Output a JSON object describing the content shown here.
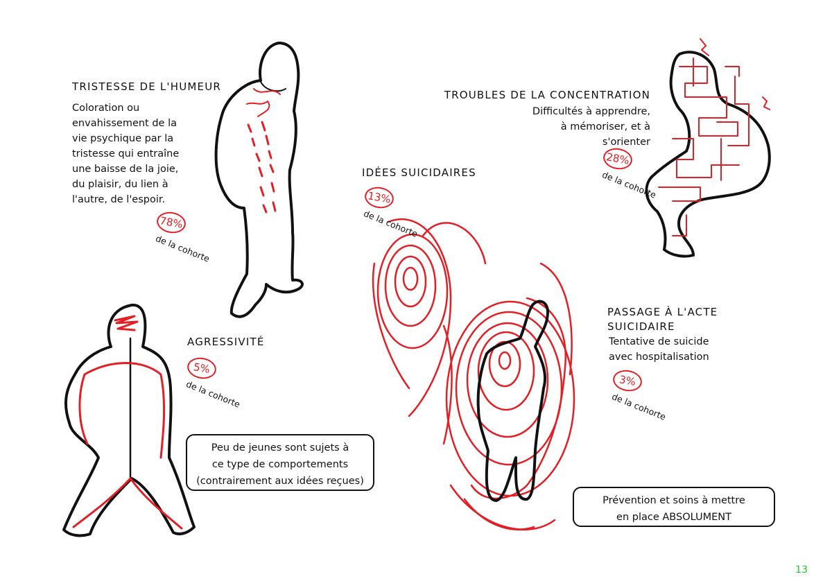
{
  "sections": {
    "tristesse": {
      "title": "TRISTESSE DE L'HUMEUR",
      "lines": [
        "Coloration ou",
        "envahissement de la",
        "vie psychique par la",
        "tristesse qui entraîne",
        "une baisse de la joie,",
        "du plaisir, du lien à",
        "l'autre, de l'espoir."
      ],
      "stat": "78%",
      "stat_caption": "de la cohorte"
    },
    "concentration": {
      "title": "TROUBLES DE LA CONCENTRATION",
      "lines": [
        "Difficultés à apprendre,",
        "à mémoriser, et à",
        "s'orienter"
      ],
      "stat": "28%",
      "stat_caption": "de la cohorte"
    },
    "idees": {
      "title": "IDÉES SUICIDAIRES",
      "stat": "13%",
      "stat_caption": "de la cohorte"
    },
    "agressivite": {
      "title": "AGRESSIVITÉ",
      "stat": "5%",
      "stat_caption": "de la cohorte",
      "note_lines": [
        "Peu de jeunes sont sujets à",
        "ce type de comportements",
        "(contrairement aux idées reçues)"
      ]
    },
    "passage": {
      "title_lines": [
        "PASSAGE À L'ACTE",
        "SUICIDAIRE"
      ],
      "lines": [
        "Tentative de suicide",
        "avec hospitalisation"
      ],
      "stat": "3%",
      "stat_caption": "de la cohorte",
      "note_lines": [
        "Prévention et soins à mettre",
        "en place ABSOLUMENT"
      ]
    }
  },
  "page_number": "13",
  "colors": {
    "accent": "#e31e24",
    "ink": "#111111",
    "page_number": "#22c832"
  }
}
